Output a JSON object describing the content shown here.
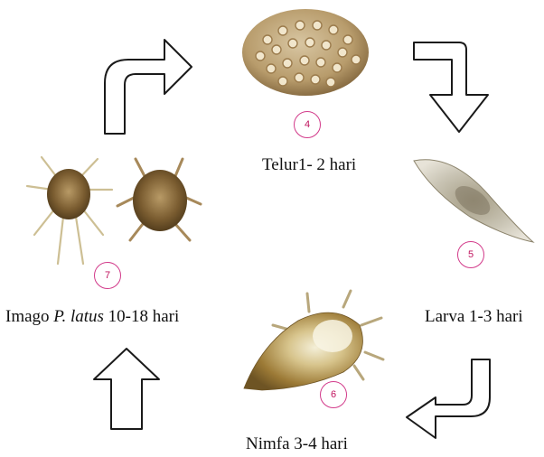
{
  "stages": {
    "egg": {
      "badge": "4",
      "label": "Telur1- 2 hari"
    },
    "larva": {
      "badge": "5",
      "label": "Larva 1-3 hari"
    },
    "nymph": {
      "badge": "6",
      "label": "Nimfa 3-4 hari"
    },
    "adult": {
      "badge": "7",
      "label_prefix": "Imago ",
      "label_species": "P. latus",
      "label_suffix": " 10-18 hari"
    }
  },
  "icons": [
    "egg-image",
    "larva-image",
    "nymph-image",
    "adult-mite-image",
    "cycle-arrow-icon"
  ],
  "colors": {
    "badge_border": "#d23a8a",
    "arrow_stroke": "#1a1a1a"
  }
}
